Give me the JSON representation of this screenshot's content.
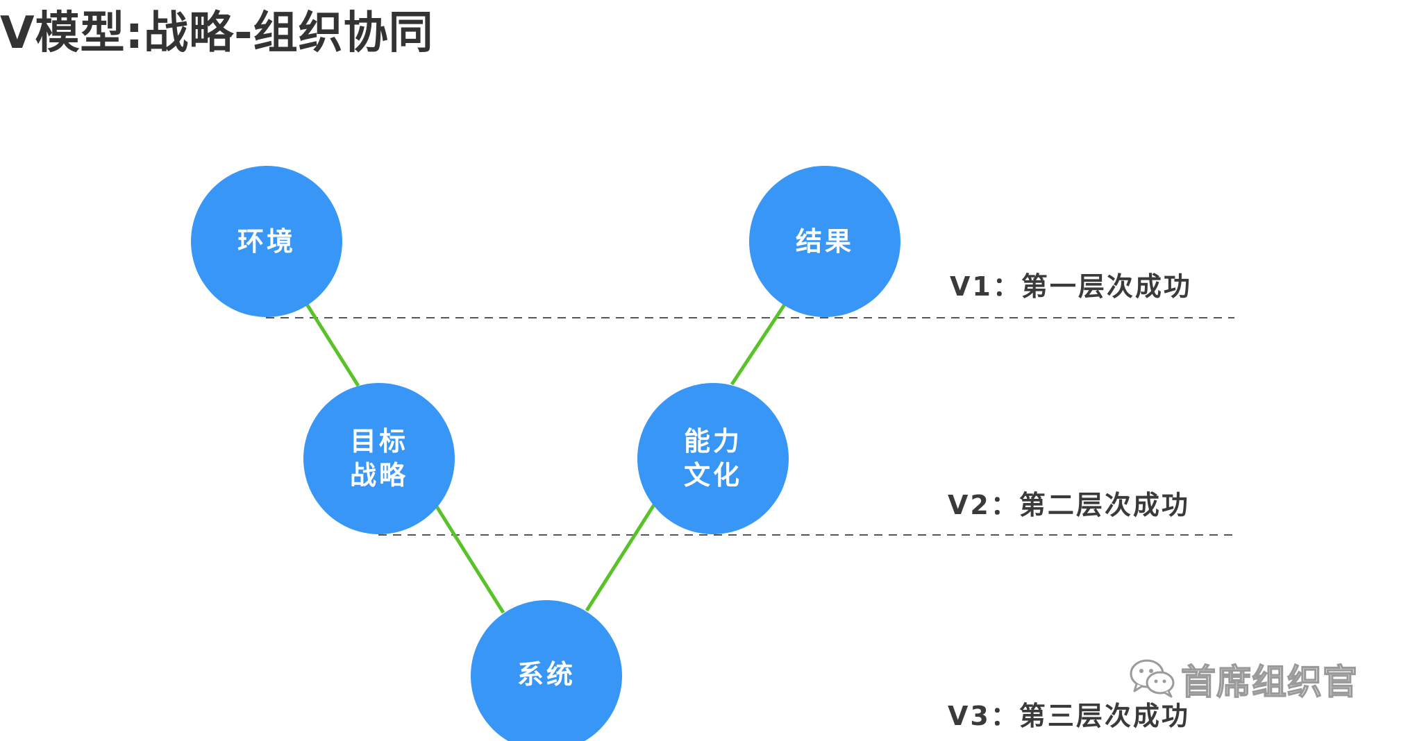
{
  "title": "V模型:战略-组织协同",
  "nodes": [
    {
      "id": "env",
      "lines": [
        "环境"
      ]
    },
    {
      "id": "result",
      "lines": [
        "结果"
      ]
    },
    {
      "id": "goal",
      "lines": [
        "目标",
        "战略"
      ]
    },
    {
      "id": "ability",
      "lines": [
        "能力",
        "文化"
      ]
    },
    {
      "id": "system",
      "lines": [
        "系统"
      ]
    }
  ],
  "levels": [
    {
      "id": "v1",
      "label": "V1：第一层次成功"
    },
    {
      "id": "v2",
      "label": "V2：第二层次成功"
    },
    {
      "id": "v3",
      "label": "V3：第三层次成功"
    }
  ],
  "edges": [
    {
      "from": "env",
      "to": "goal"
    },
    {
      "from": "goal",
      "to": "system"
    },
    {
      "from": "system",
      "to": "ability"
    },
    {
      "from": "ability",
      "to": "result"
    }
  ],
  "colors": {
    "node_fill": "#3796f6",
    "edge": "#5ac229",
    "dash": "#555555",
    "title": "#333333"
  },
  "watermark": {
    "icon": "wechat-icon",
    "text": "首席组织官"
  }
}
